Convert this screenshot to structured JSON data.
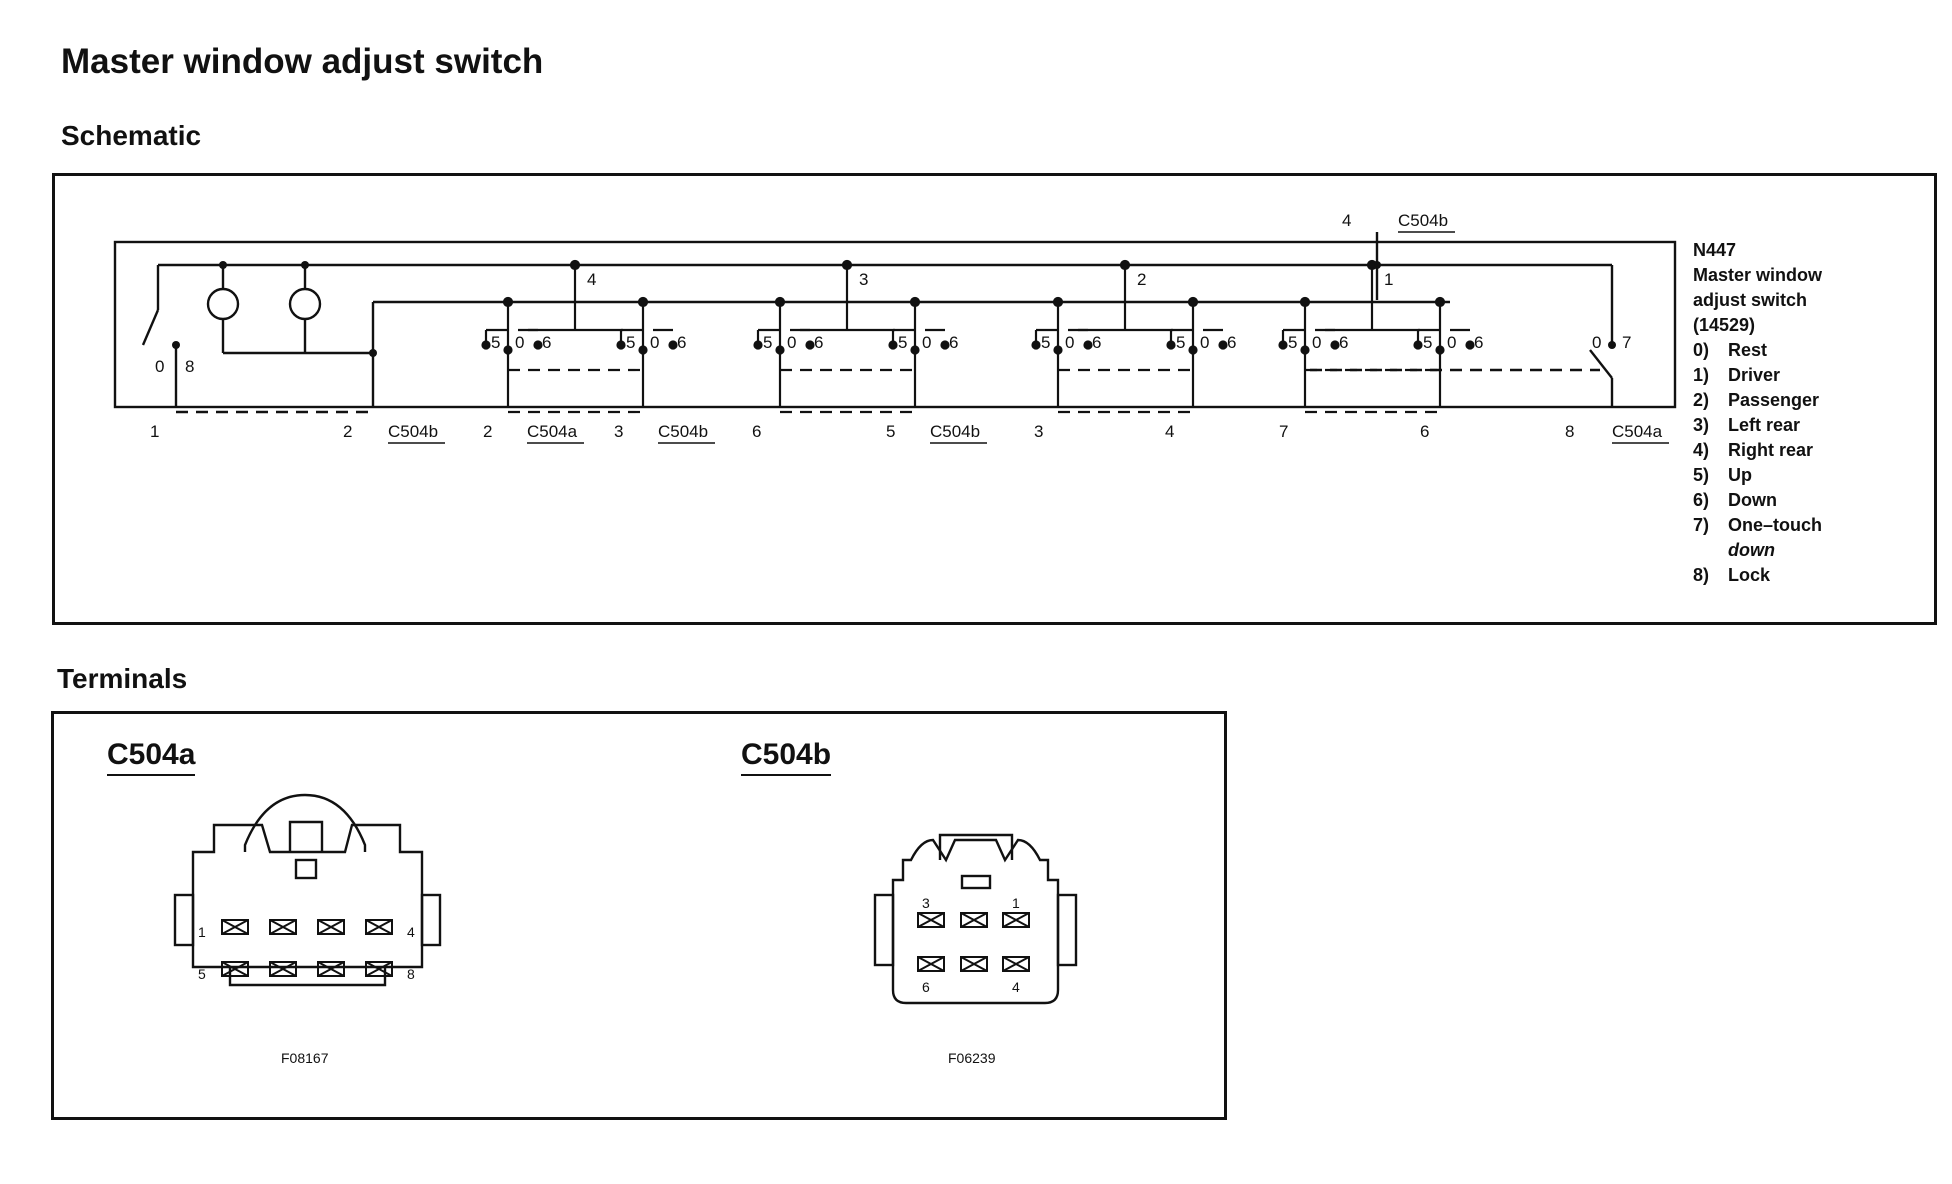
{
  "title": "Master window adjust switch",
  "sections": {
    "schematic": "Schematic",
    "terminals": "Terminals"
  },
  "component": {
    "code": "N447",
    "name_line1": "Master window",
    "name_line2": "adjust switch",
    "part_number": "(14529)"
  },
  "legend": [
    {
      "num": "0)",
      "label": "Rest"
    },
    {
      "num": "1)",
      "label": "Driver"
    },
    {
      "num": "2)",
      "label": "Passenger"
    },
    {
      "num": "3)",
      "label": "Left rear"
    },
    {
      "num": "4)",
      "label": "Right rear"
    },
    {
      "num": "5)",
      "label": "Up"
    },
    {
      "num": "6)",
      "label": "Down"
    },
    {
      "num": "7)",
      "label": "One–touch"
    },
    {
      "num": "",
      "label": "down"
    },
    {
      "num": "8)",
      "label": "Lock"
    }
  ],
  "schematic": {
    "top_pin": "4",
    "top_connector": "C504b",
    "bus_labels": [
      "4",
      "3",
      "2",
      "1"
    ],
    "pin_row": [
      {
        "text": "1"
      },
      {
        "text": "2"
      },
      {
        "text": "C504b",
        "connector": true
      },
      {
        "text": "2"
      },
      {
        "text": "C504a",
        "connector": true
      },
      {
        "text": "3"
      },
      {
        "text": "C504b",
        "connector": true
      },
      {
        "text": "6"
      },
      {
        "text": "5"
      },
      {
        "text": "C504b",
        "connector": true
      },
      {
        "text": "3"
      },
      {
        "text": "4"
      },
      {
        "text": "7"
      },
      {
        "text": "6"
      },
      {
        "text": "8"
      },
      {
        "text": "C504a",
        "connector": true
      }
    ],
    "lock_switch": {
      "left": "0",
      "right": "8"
    },
    "onetouch_switch": {
      "left": "0",
      "right": "7"
    },
    "contact_labels": {
      "up": "5",
      "rest": "0",
      "down": "6"
    }
  },
  "terminals": {
    "c504a": {
      "title": "C504a",
      "fig": "F08167",
      "pins": [
        "1",
        "4",
        "5",
        "8"
      ]
    },
    "c504b": {
      "title": "C504b",
      "fig": "F06239",
      "pins": [
        "3",
        "1",
        "6",
        "4"
      ]
    }
  }
}
